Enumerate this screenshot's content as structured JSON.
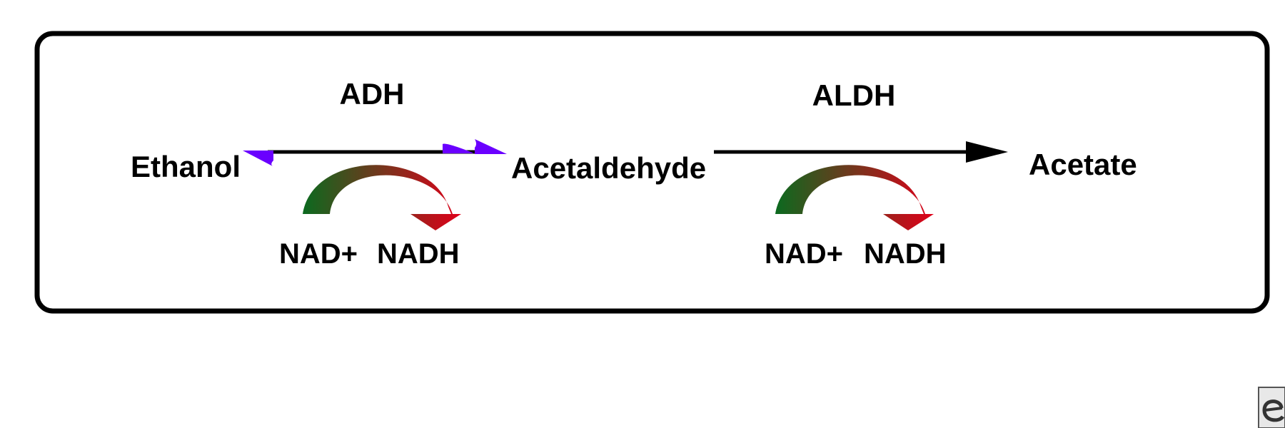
{
  "diagram": {
    "reaction_1": {
      "substrate": "Ethanol",
      "product": "Acetaldehyde",
      "enzyme": "ADH",
      "cofactor_in": "NAD+",
      "cofactor_out": "NADH",
      "reversible": true
    },
    "reaction_2": {
      "substrate": "Acetaldehyde",
      "product": "Acetate",
      "enzyme": "ALDH",
      "cofactor_in": "NAD+",
      "cofactor_out": "NADH",
      "reversible": false
    }
  },
  "colors": {
    "reversible_arrowhead": "#6a00ff",
    "cofactor_start": "#0b6a1f",
    "cofactor_end": "#e0001a",
    "line": "#000000"
  },
  "icons": {
    "corner_logo": "e-logo-icon"
  }
}
